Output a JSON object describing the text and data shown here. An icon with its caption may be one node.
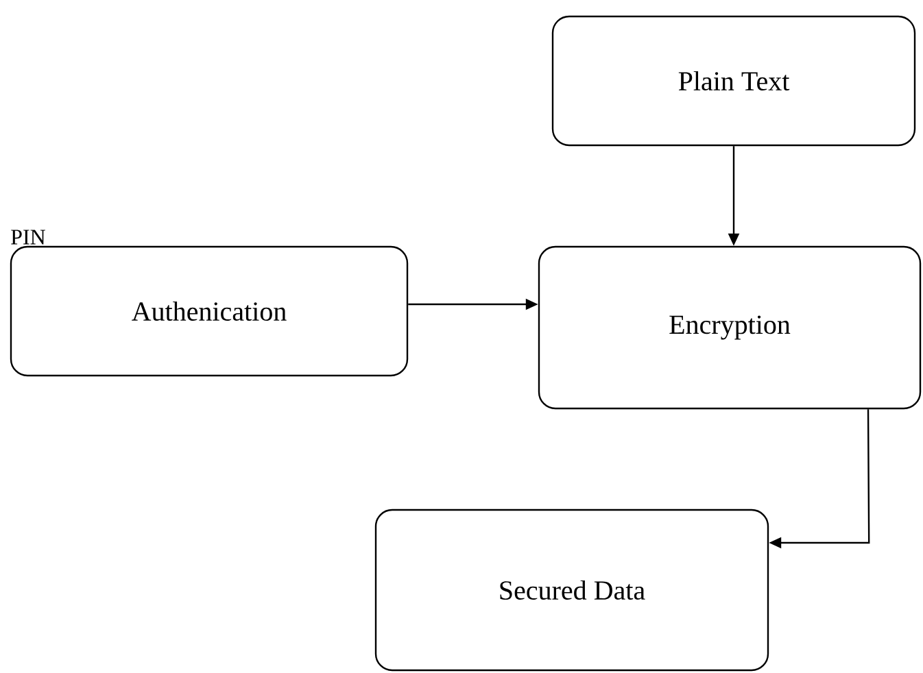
{
  "diagram": {
    "nodes": [
      {
        "text": [
          "Plain Text"
        ]
      },
      {
        "text": [
          "PIN",
          "Authenication"
        ]
      },
      {
        "text": [
          "Encryption"
        ]
      },
      {
        "text": [
          "Secured Data"
        ]
      }
    ],
    "edges": [
      {
        "from": 0,
        "to": 2,
        "arrow": "to"
      },
      {
        "from": 1,
        "to": 2,
        "arrow": "to"
      },
      {
        "from": 2,
        "to": 3,
        "arrow": "to"
      }
    ]
  }
}
